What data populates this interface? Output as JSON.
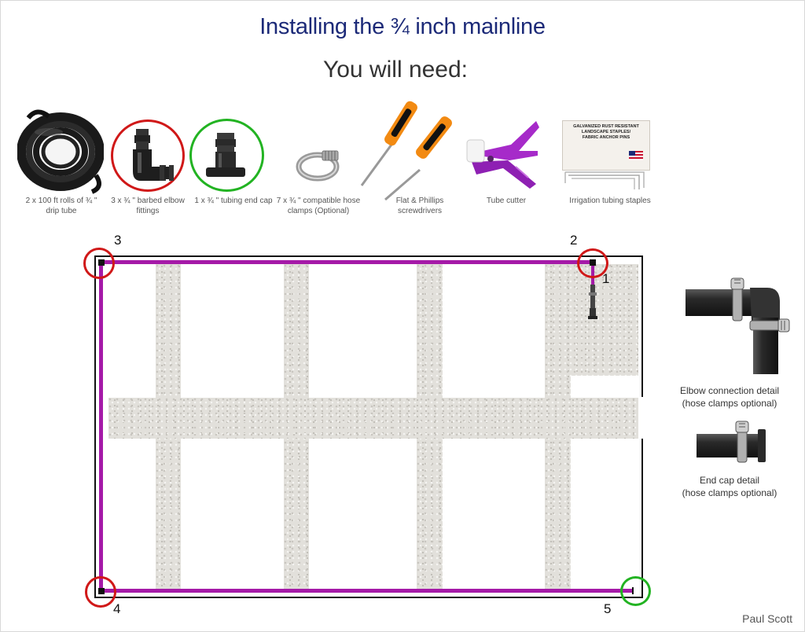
{
  "title": "Installing the ¾ inch mainline",
  "subtitle": "You will need:",
  "tools": [
    {
      "icon": "drip-tube-roll-icon",
      "caption_line1": "2 x 100 ft rolls of ¾ \"",
      "caption_line2": "drip tube"
    },
    {
      "icon": "elbow-fitting-icon",
      "caption_line1": "3 x ¾ \" barbed elbow",
      "caption_line2": "fittings"
    },
    {
      "icon": "end-cap-icon",
      "caption_line1": "1 x ¾ \" tubing end cap",
      "caption_line2": ""
    },
    {
      "icon": "hose-clamp-icon",
      "caption_line1": "7 x ¾ \" compatible hose",
      "caption_line2": "clamps (Optional)"
    },
    {
      "icon": "screwdrivers-icon",
      "caption_line1": "Flat & Phillips",
      "caption_line2": "screwdrivers"
    },
    {
      "icon": "tube-cutter-icon",
      "caption_line1": "Tube cutter",
      "caption_line2": ""
    },
    {
      "icon": "staples-box-icon",
      "caption_line1": "Irrigation tubing staples",
      "caption_line2": ""
    }
  ],
  "staples_box": {
    "line1": "GALVANIZED RUST RESISTANT",
    "line2": "LANDSCAPE STAPLES/",
    "line3": "FABRIC ANCHOR PINS"
  },
  "markers": {
    "p1": "1",
    "p2": "2",
    "p3": "3",
    "p4": "4",
    "p5": "5"
  },
  "details": {
    "elbow_line1": "Elbow connection detail",
    "elbow_line2": "(hose clamps optional)",
    "endcap_line1": "End cap detail",
    "endcap_line2": "(hose clamps optional)"
  },
  "author": "Paul Scott",
  "colors": {
    "title": "#1c2a78",
    "mainline": "#a51aa8",
    "highlight_red": "#d01818",
    "highlight_green": "#22b322"
  }
}
